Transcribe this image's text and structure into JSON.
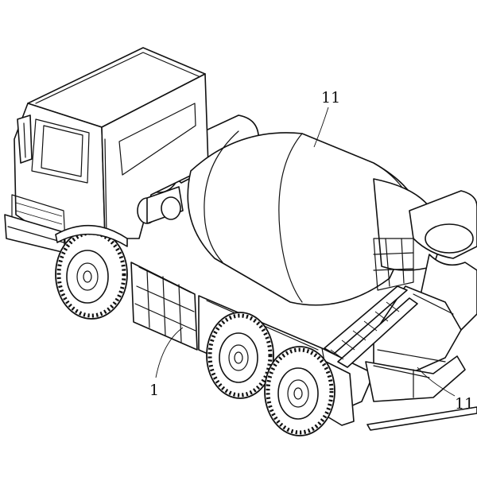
{
  "labels": {
    "drum_label": "11",
    "chassis_label": "1",
    "chute_label": "11"
  }
}
